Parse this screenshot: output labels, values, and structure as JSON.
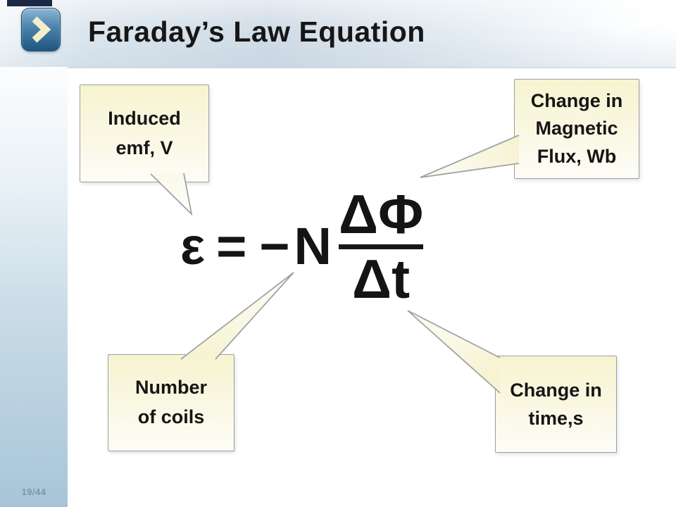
{
  "header": {
    "title": "Faraday’s Law Equation",
    "icon": "chevron-right"
  },
  "slide": {
    "page_indicator": "19/44"
  },
  "equation": {
    "lhs": "ε",
    "equals": "=",
    "coefficient": "−N",
    "numerator": "ΔΦ",
    "denominator": "Δt"
  },
  "callouts": [
    {
      "id": "induced-emf",
      "target": "epsilon",
      "lines": [
        "Induced",
        "emf, V"
      ]
    },
    {
      "id": "magnetic-flux",
      "target": "delta-phi",
      "lines": [
        "Change in",
        "Magnetic",
        "Flux, Wb"
      ]
    },
    {
      "id": "number-of-coils",
      "target": "N",
      "lines": [
        "Number",
        "of coils"
      ]
    },
    {
      "id": "change-in-time",
      "target": "delta-t",
      "lines": [
        "Change in",
        "time,s"
      ]
    }
  ],
  "colors": {
    "callout_fill_top": "#f7f4d0",
    "callout_border": "#9b9fa1",
    "header_band": "#d2dde7",
    "sidebar_bottom": "#a7c5d8",
    "icon_blue": "#2a618c",
    "icon_chevron": "#f2eecb",
    "text": "#151515"
  }
}
